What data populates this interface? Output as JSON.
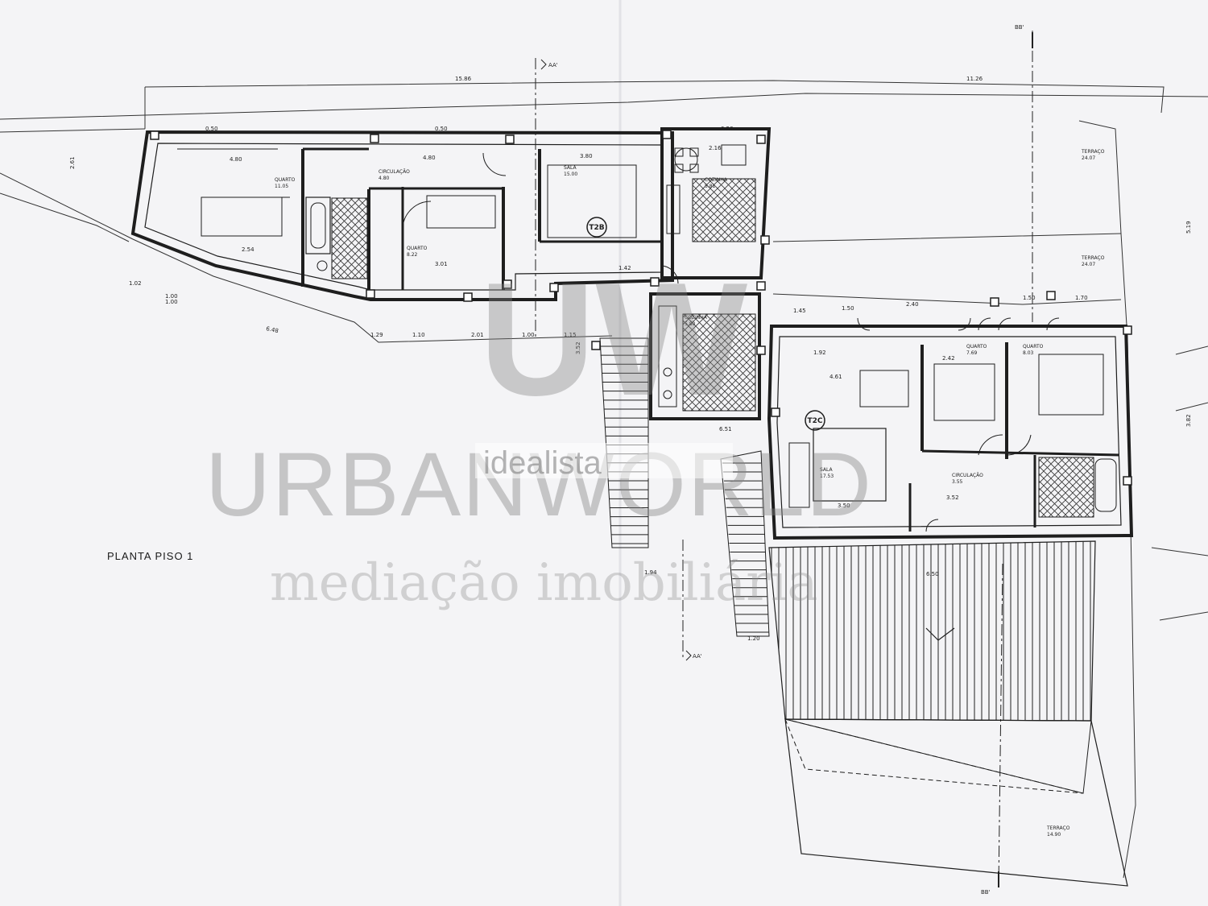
{
  "plan_title": "PLANTA PISO 1",
  "section_marks": {
    "aa": "AA'",
    "bb": "BB'"
  },
  "unit_tags": {
    "left": "T2B",
    "right": "T2C"
  },
  "overall_dims": {
    "top_left": "15.86",
    "top_right": "11.26",
    "bottom_left": "6.48",
    "left_side": "2.61",
    "right_side_a": "5.19",
    "right_side_b": "3.82"
  },
  "rooms_left_unit": [
    {
      "name": "QUARTO",
      "area": "11.05"
    },
    {
      "name": "CIRCULAÇÃO",
      "area": "4.80"
    },
    {
      "name": "SALA",
      "area": "15.00"
    },
    {
      "name": "QUARTO",
      "area": "8.22"
    },
    {
      "name": "COZINHA",
      "area": "5.81"
    }
  ],
  "rooms_right_unit": [
    {
      "name": "COZINHA",
      "area": "5.80"
    },
    {
      "name": "SALA",
      "area": "17.53"
    },
    {
      "name": "QUARTO",
      "area": "7.69"
    },
    {
      "name": "QUARTO",
      "area": "8.03"
    },
    {
      "name": "CIRCULAÇÃO",
      "area": "3.55"
    },
    {
      "name": "TERRAÇO",
      "area": "24.07"
    },
    {
      "name": "TERRAÇO",
      "area": "24.07"
    },
    {
      "name": "TERRAÇO",
      "area": "14.90"
    }
  ],
  "dims_top_row": [
    "0.50",
    "0.50",
    "0.50",
    "4.80",
    "4.80",
    "3.80",
    "2.16"
  ],
  "dims_bottom_row": [
    "1.29",
    "1.10",
    "2.01",
    "1.00",
    "1.15",
    "1.42",
    "1.00",
    "1.92"
  ],
  "dims_right_row": [
    "1.45",
    "1.50",
    "2.40",
    "1.50",
    "1.70"
  ],
  "dims_misc": [
    "3.52",
    "2.54",
    "3.01",
    "6.51",
    "4.61",
    "2.42",
    "3.50",
    "3.52",
    "6.50",
    "1.94",
    "1.20",
    "1.02",
    "1.00"
  ],
  "watermark": {
    "brand": "URBANWORLD",
    "tagline": "mediação imobiliária",
    "logo": "UW",
    "portal": "idealista"
  },
  "colors": {
    "paper": "#f4f4f6",
    "ink": "#1e1e1e",
    "watermark": "#8a8a8a"
  }
}
